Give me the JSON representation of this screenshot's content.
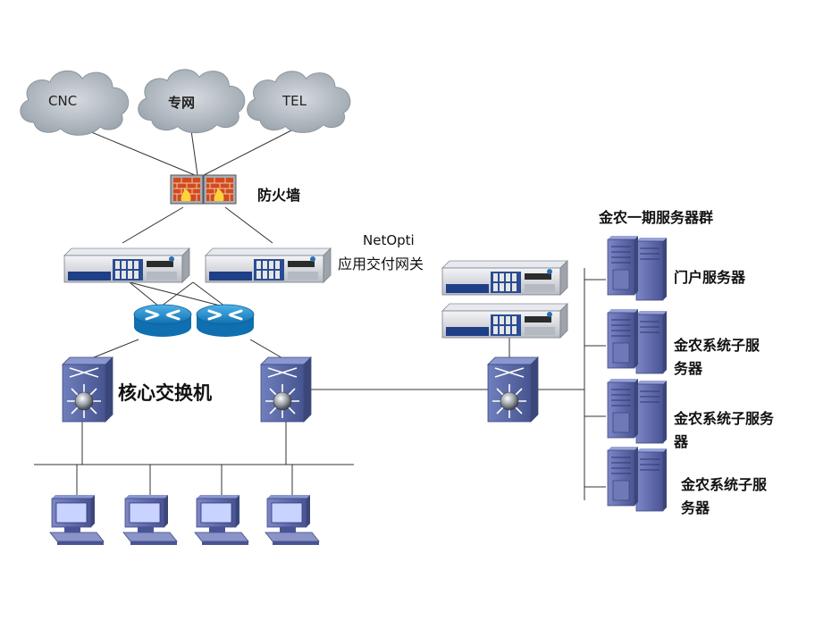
{
  "clouds": [
    {
      "label": "CNC"
    },
    {
      "label": "专网"
    },
    {
      "label": "TEL"
    }
  ],
  "firewall": {
    "label": "防火墙"
  },
  "gateway": {
    "label_line1": "NetOpti",
    "label_line2": "应用交付网关"
  },
  "core_switch": {
    "label": "核心交换机"
  },
  "server_group": {
    "title": "金农一期服务器群",
    "servers": [
      {
        "label_lines": [
          "门户服务器"
        ]
      },
      {
        "label_lines": [
          "金农系统子服",
          "务器"
        ]
      },
      {
        "label_lines": [
          "金农系统子服务",
          "器"
        ]
      },
      {
        "label_lines": [
          "金农系统子服",
          "务器"
        ]
      }
    ]
  },
  "colors": {
    "cloud_fill": "#b4bcc4",
    "switch_blue": "#5a6aa8",
    "router_blue": "#1c86c8",
    "firewall_red": "#d84a1c",
    "line": "#333333"
  }
}
